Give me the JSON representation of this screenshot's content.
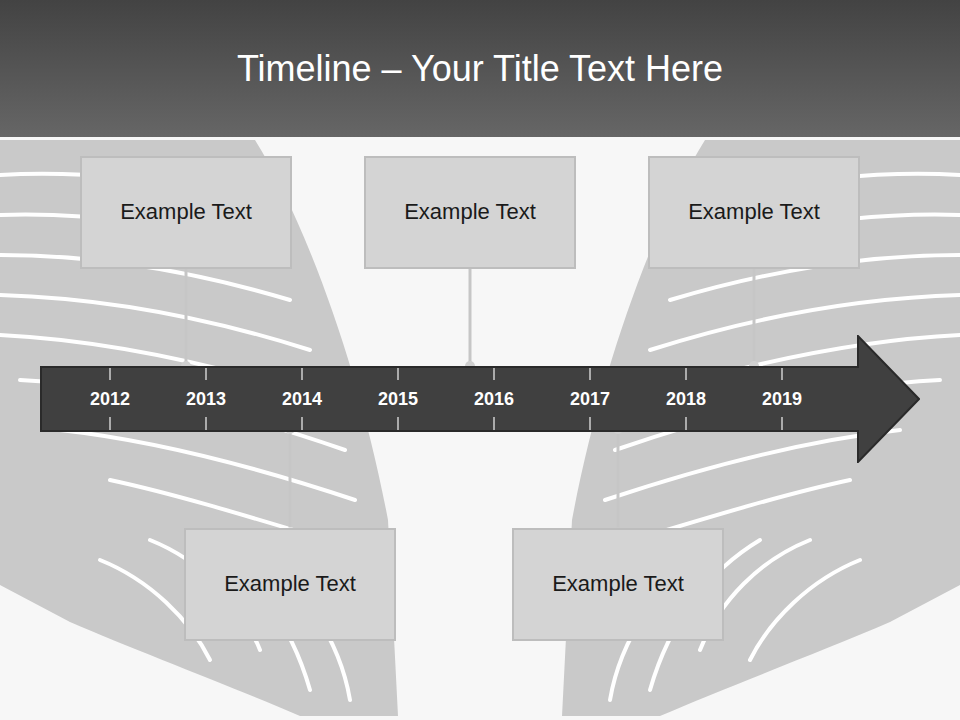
{
  "diagram": {
    "title": "Timeline – Your Title Text Here",
    "nodes": [
      {
        "text": [
          "Example Text"
        ]
      },
      {
        "text": [
          "Example Text"
        ]
      },
      {
        "text": [
          "Example Text"
        ]
      },
      {
        "text": [
          "2012",
          "2013",
          "2014",
          "2015",
          "2016",
          "2017",
          "2018",
          "2019"
        ]
      },
      {
        "text": [
          "Example Text"
        ]
      },
      {
        "text": [
          "Example Text"
        ]
      }
    ],
    "edges": [
      {
        "from": 0,
        "to": 3,
        "arrow": "none"
      },
      {
        "from": 1,
        "to": 3,
        "arrow": "none"
      },
      {
        "from": 2,
        "to": 3,
        "arrow": "none"
      },
      {
        "from": 4,
        "to": 3,
        "arrow": "none"
      },
      {
        "from": 5,
        "to": 3,
        "arrow": "none"
      }
    ]
  }
}
